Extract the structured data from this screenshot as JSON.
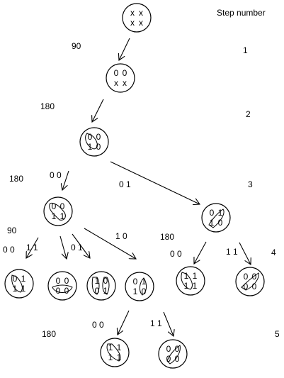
{
  "header": {
    "step_number_label": "Step number"
  },
  "steps": [
    "1",
    "2",
    "3",
    "4",
    "5"
  ],
  "angles": [
    "90",
    "180",
    "180",
    "90",
    "180",
    "180"
  ],
  "nodes": [
    {
      "id": "root",
      "cells": [
        "x",
        "x",
        "x",
        "x"
      ]
    },
    {
      "id": "s1",
      "cells": [
        "0",
        "0",
        "x",
        "x"
      ]
    },
    {
      "id": "s2",
      "cells": [
        "0",
        "0",
        "1",
        "0"
      ]
    },
    {
      "id": "s3a",
      "cells": [
        "0",
        "0",
        "1",
        "1"
      ]
    },
    {
      "id": "s3b",
      "cells": [
        "0",
        "1",
        "1",
        "0"
      ]
    },
    {
      "id": "s4a",
      "cells": [
        "0",
        "1",
        "1",
        "1"
      ]
    },
    {
      "id": "s4b",
      "cells": [
        "0",
        "0",
        "0",
        "0"
      ]
    },
    {
      "id": "s4c",
      "cells": [
        "1",
        "0",
        "0",
        "1"
      ]
    },
    {
      "id": "s4d",
      "cells": [
        "0",
        "1",
        "1",
        "0"
      ]
    },
    {
      "id": "s4e",
      "cells": [
        "1",
        "1",
        "1",
        "1"
      ]
    },
    {
      "id": "s4f",
      "cells": [
        "0",
        "0",
        "0",
        "0"
      ]
    },
    {
      "id": "s5a",
      "cells": [
        "1",
        "1",
        "1",
        "1"
      ]
    },
    {
      "id": "s5b",
      "cells": [
        "0",
        "0",
        "0",
        "0"
      ]
    }
  ],
  "edges": [
    {
      "from": "root",
      "to": "s1",
      "label": ""
    },
    {
      "from": "s1",
      "to": "s2",
      "label": ""
    },
    {
      "from": "s2",
      "to": "s3a",
      "label": "0 0"
    },
    {
      "from": "s2",
      "to": "s3b",
      "label": "0 1"
    },
    {
      "from": "s3a",
      "to": "s4a",
      "label": "0 0"
    },
    {
      "from": "s3a",
      "to": "s4b",
      "label": "1 1"
    },
    {
      "from": "s3a",
      "to": "s4c",
      "label": "0 1"
    },
    {
      "from": "s3a",
      "to": "s4d",
      "label": "1 0"
    },
    {
      "from": "s3b",
      "to": "s4e",
      "label": "0 0"
    },
    {
      "from": "s3b",
      "to": "s4f",
      "label": "1 1"
    },
    {
      "from": "s4d",
      "to": "s5a",
      "label": "0 0"
    },
    {
      "from": "s4d",
      "to": "s5b",
      "label": "1 1"
    }
  ]
}
